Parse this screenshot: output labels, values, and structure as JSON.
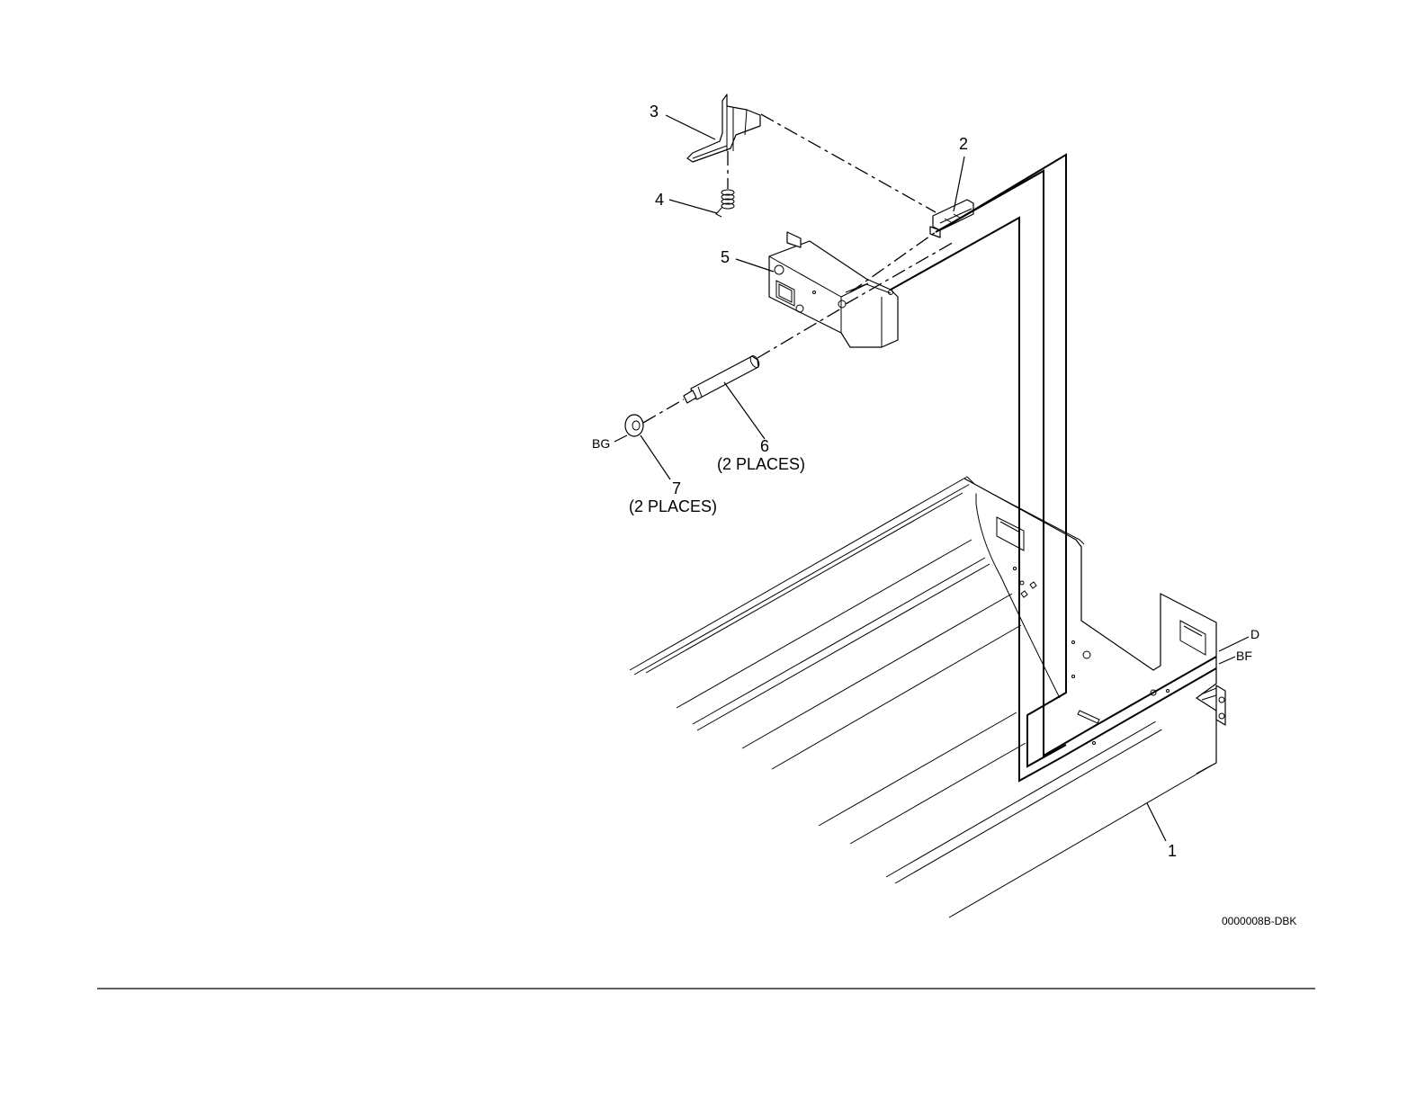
{
  "figure": {
    "callouts": [
      {
        "id": "1",
        "text": "1"
      },
      {
        "id": "2",
        "text": "2"
      },
      {
        "id": "3",
        "text": "3"
      },
      {
        "id": "4",
        "text": "4"
      },
      {
        "id": "5",
        "text": "5"
      },
      {
        "id": "6",
        "text": "6",
        "note": "(2 PLACES)"
      },
      {
        "id": "7",
        "text": "7",
        "note": "(2 PLACES)"
      }
    ],
    "refs": {
      "bg": "BG",
      "d": "D",
      "bf": "BF"
    },
    "figure_number": "0000008B-DBK"
  }
}
